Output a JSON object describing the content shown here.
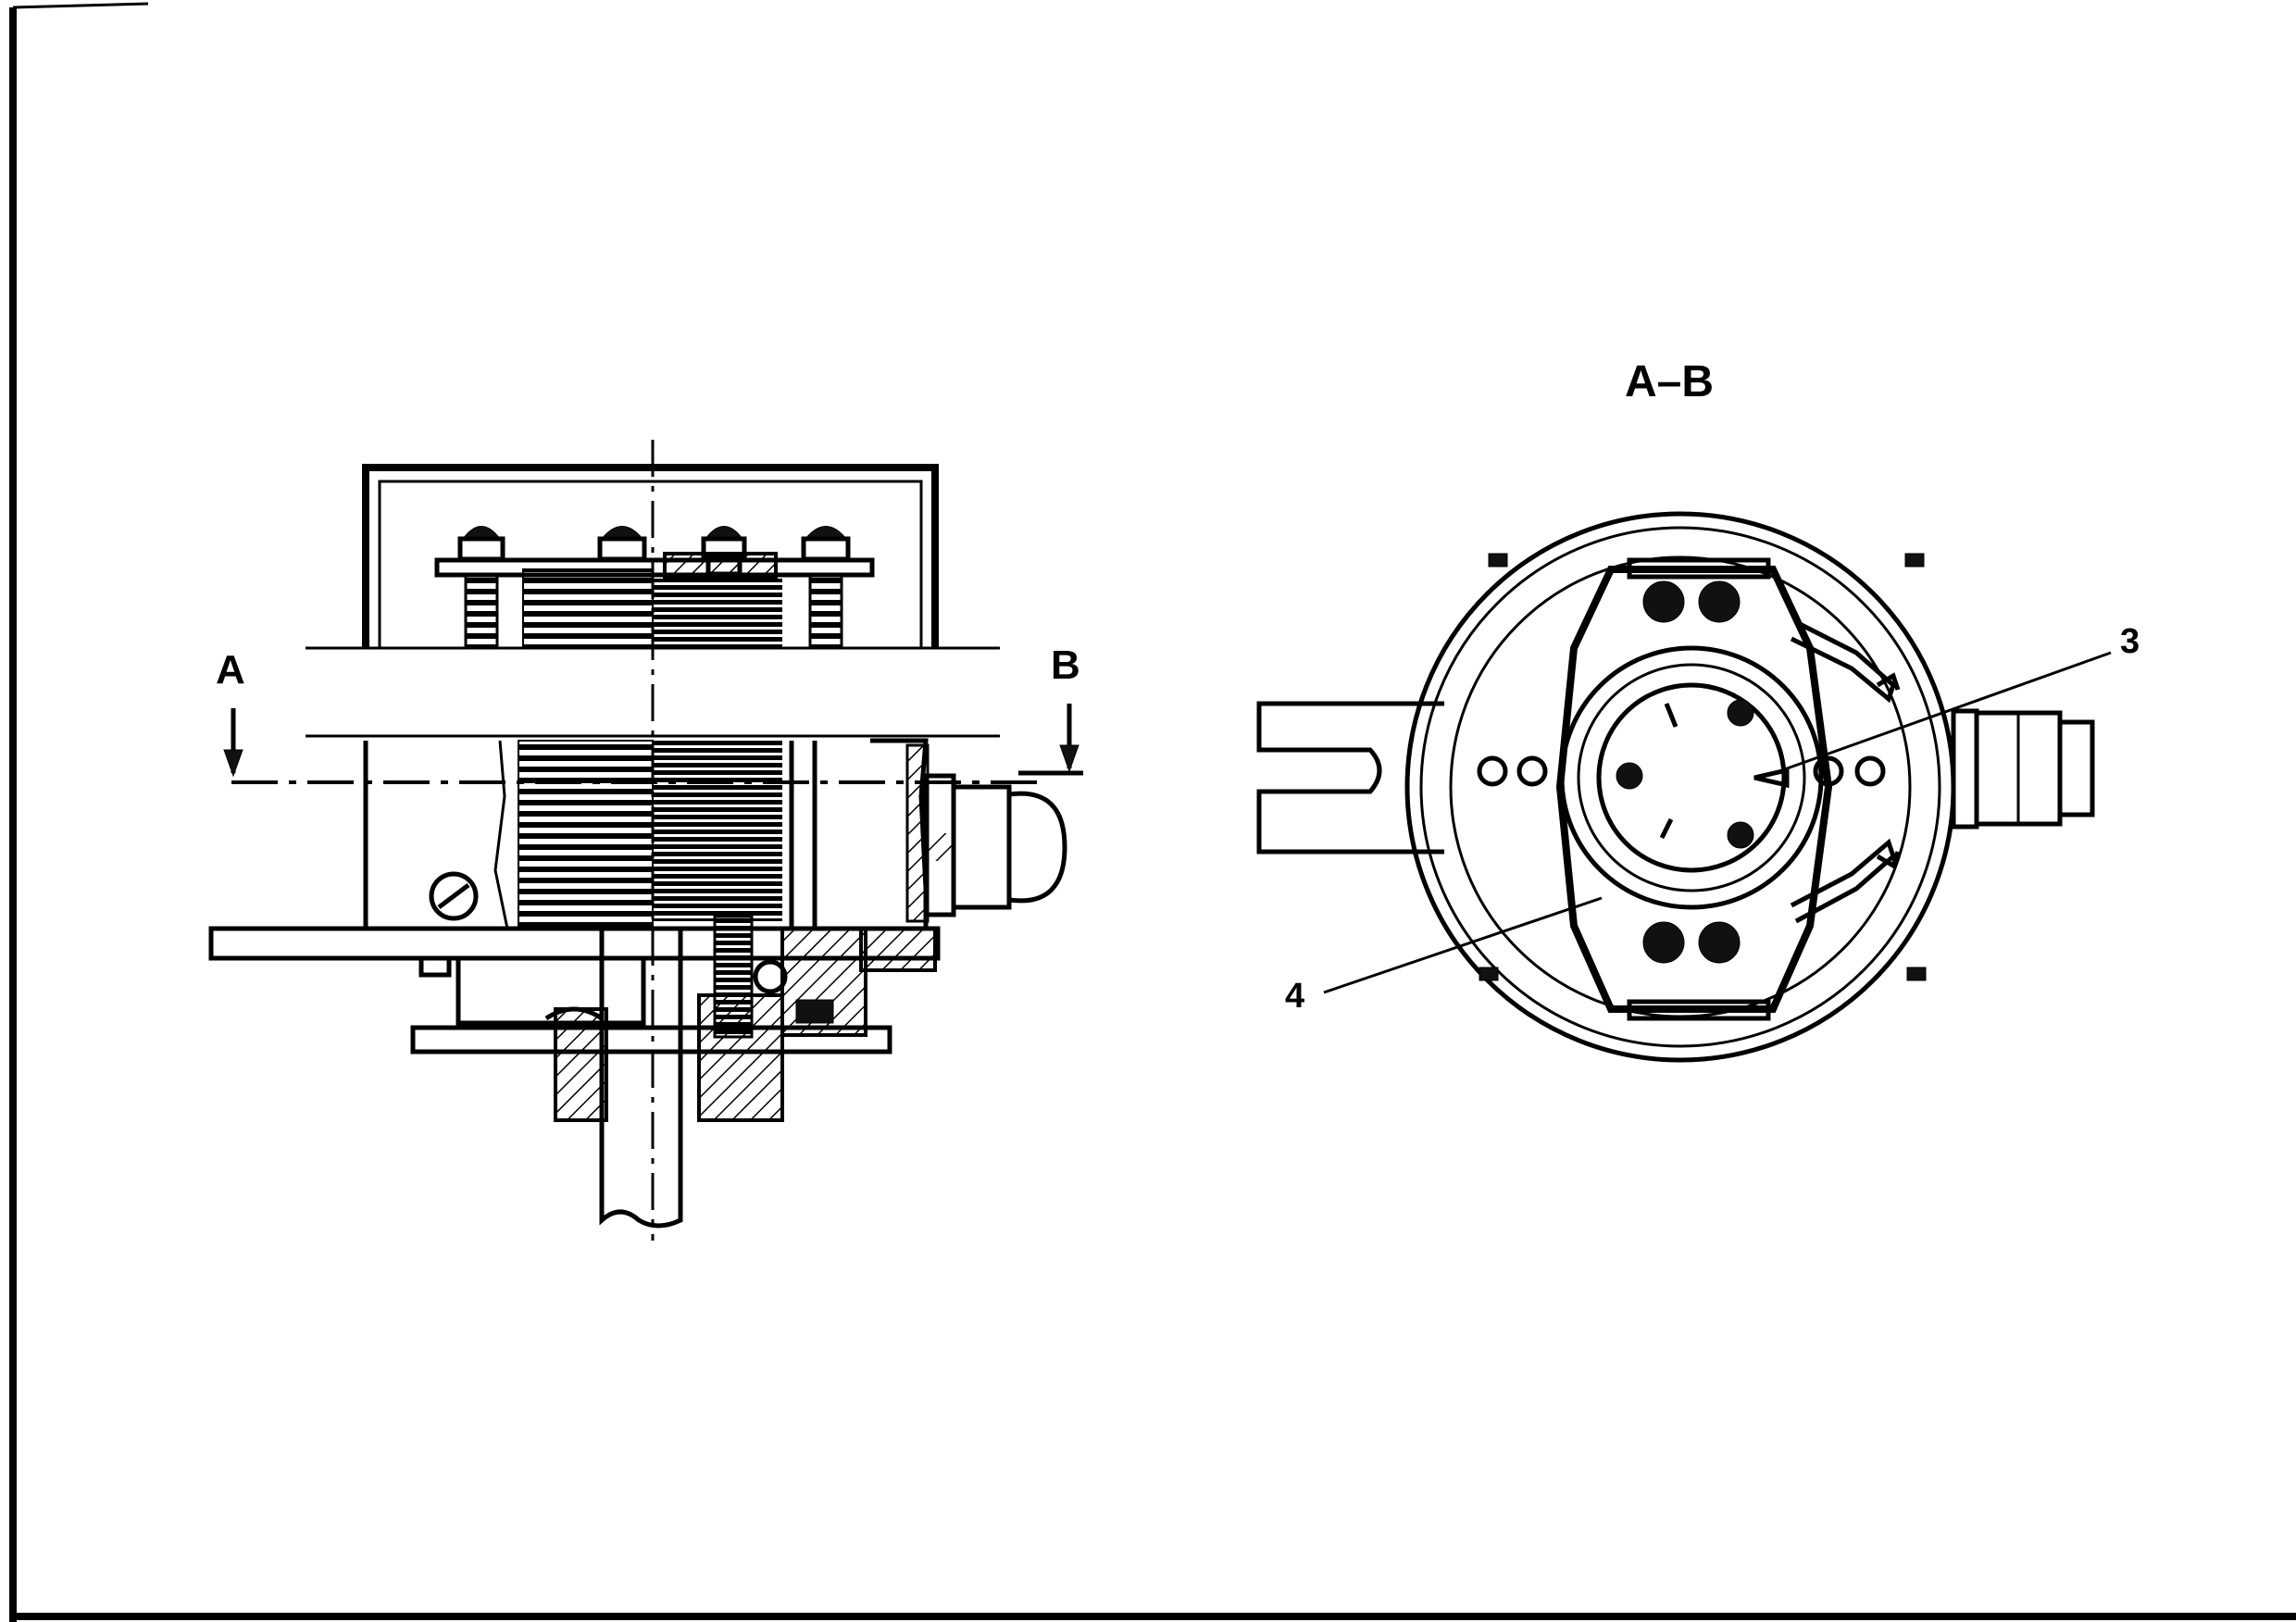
{
  "section_labels": {
    "left": "A",
    "right": "B",
    "view_title": "A–B"
  },
  "callouts": [
    {
      "id": "3",
      "text": "3"
    },
    {
      "id": "4",
      "text": "4"
    }
  ]
}
